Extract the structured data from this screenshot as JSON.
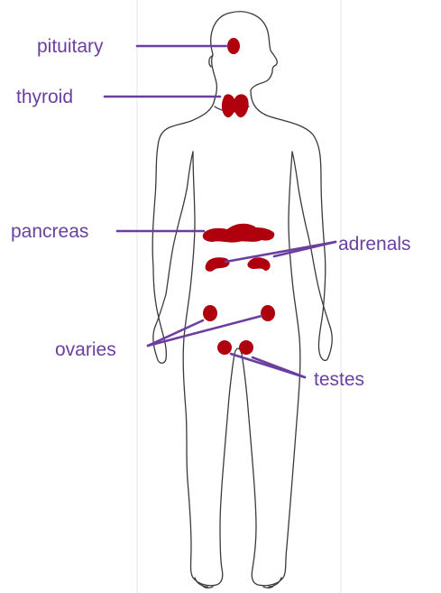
{
  "labels": {
    "pituitary": "pituitary",
    "thyroid": "thyroid",
    "pancreas": "pancreas",
    "adrenals": "adrenals",
    "ovaries": "ovaries",
    "testes": "testes"
  },
  "colors": {
    "label": "#6b3fa0",
    "gland": "#b0000e",
    "outline": "#3a3a3a"
  }
}
